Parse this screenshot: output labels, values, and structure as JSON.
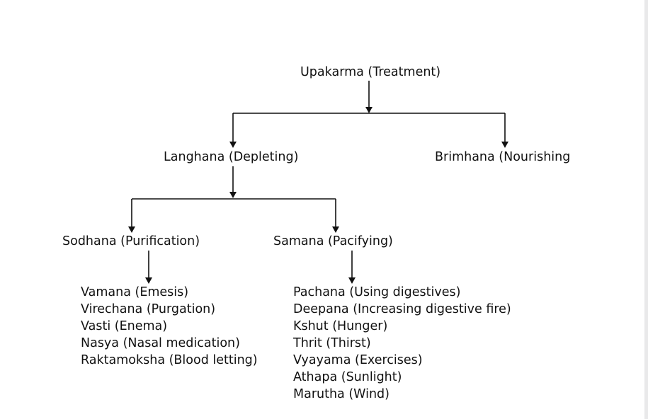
{
  "diagram": {
    "root": {
      "label": "Upakarma (Treatment)"
    },
    "langhana": {
      "label": "Langhana (Depleting)"
    },
    "brimhana": {
      "label": "Brimhana (Nourishing"
    },
    "sodhana": {
      "label": "Sodhana (Purification)",
      "items": [
        "Vamana (Emesis)",
        "Virechana (Purgation)",
        "Vasti (Enema)",
        "Nasya (Nasal medication)",
        "Raktamoksha (Blood letting)"
      ]
    },
    "samana": {
      "label": "Samana (Pacifying)",
      "items": [
        "Pachana (Using digestives)",
        "Deepana (Increasing digestive fire)",
        "Kshut (Hunger)",
        "Thrit (Thirst)",
        "Vyayama (Exercises)",
        "Athapa (Sunlight)",
        "Marutha (Wind)"
      ]
    }
  }
}
